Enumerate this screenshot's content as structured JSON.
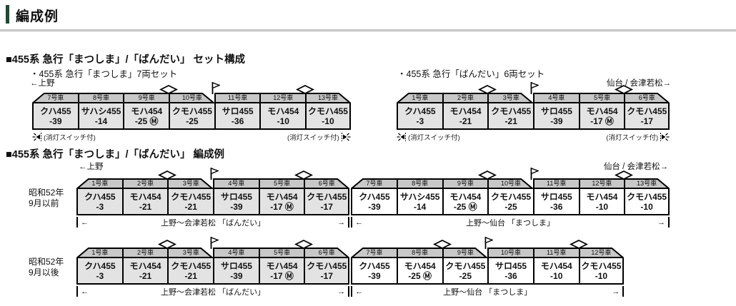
{
  "title": "編成例",
  "colors": {
    "accent_green": "#1b4d2e",
    "band_gray": "#c8c8c8",
    "shaded_car_gray": "#e3e3e3",
    "car_white": "#ffffff",
    "rule_gray": "#c8c8c8"
  },
  "symbols": {
    "motor_mark": "Ⓜ",
    "arrow_left": "←",
    "arrow_right": "→",
    "pantograph": "diamond",
    "flag": "pennant-flag",
    "light_switch": "headlight-icon"
  },
  "set_section": {
    "heading": "■455系 急行「まつしま」/「ばんだい」 セット構成",
    "sets": [
      {
        "subtitle": "・455系 急行「まつしま」7両セット",
        "direction_left": "←上野",
        "light_note_left": "(消灯スイッチ付)",
        "light_note_right": "(消灯スイッチ付)",
        "shaded": true,
        "cars": [
          {
            "no": "7号車",
            "name": "クハ455",
            "num": "-39",
            "cab": "left"
          },
          {
            "no": "8号車",
            "name": "サハシ455",
            "num": "-14"
          },
          {
            "no": "9号車",
            "name": "モハ454",
            "num": "-25",
            "motor": true,
            "pantograph": true
          },
          {
            "no": "10号車",
            "name": "クモハ455",
            "num": "-25",
            "cab": "right",
            "flag": true
          },
          {
            "no": "11号車",
            "name": "サロ455",
            "num": "-36"
          },
          {
            "no": "12号車",
            "name": "モハ454",
            "num": "-10",
            "pantograph": true
          },
          {
            "no": "13号車",
            "name": "クモハ455",
            "num": "-10",
            "cab": "right"
          }
        ]
      },
      {
        "subtitle": "・455系 急行「ばんだい」6両セット",
        "direction_right": "仙台 / 会津若松→",
        "light_note_left": "(消灯スイッチ付)",
        "light_note_right": "(消灯スイッチ付)",
        "shaded": true,
        "cars": [
          {
            "no": "1号車",
            "name": "クハ455",
            "num": "-3",
            "cab": "left"
          },
          {
            "no": "2号車",
            "name": "モハ454",
            "num": "-21",
            "pantograph": true
          },
          {
            "no": "3号車",
            "name": "クモハ455",
            "num": "-21",
            "cab": "right",
            "flag": true
          },
          {
            "no": "4号車",
            "name": "サロ455",
            "num": "-39"
          },
          {
            "no": "5号車",
            "name": "モハ454",
            "num": "-17",
            "motor": true,
            "pantograph": true
          },
          {
            "no": "6号車",
            "name": "クモハ455",
            "num": "-17",
            "cab": "right"
          }
        ]
      }
    ]
  },
  "formation_section": {
    "heading": "■455系 急行「まつしま」/「ばんだい」 編成例",
    "direction_left": "←上野",
    "direction_right": "仙台 / 会津若松→",
    "rows": [
      {
        "era_line1": "昭和52年",
        "era_line2": "9月以前",
        "groups": [
          {
            "route": "上野〜会津若松 「ばんだい」",
            "shaded": true,
            "cars": [
              {
                "no": "1号車",
                "name": "クハ455",
                "num": "-3",
                "cab": "left"
              },
              {
                "no": "2号車",
                "name": "モハ454",
                "num": "-21",
                "pantograph": true
              },
              {
                "no": "3号車",
                "name": "クモハ455",
                "num": "-21",
                "cab": "right",
                "flag": true
              },
              {
                "no": "4号車",
                "name": "サロ455",
                "num": "-39"
              },
              {
                "no": "5号車",
                "name": "モハ454",
                "num": "-17",
                "motor": true,
                "pantograph": true
              },
              {
                "no": "6号車",
                "name": "クモハ455",
                "num": "-17",
                "cab": "right"
              }
            ]
          },
          {
            "route": "上野〜仙台 「まつしま」",
            "shaded": false,
            "cars": [
              {
                "no": "7号車",
                "name": "クハ455",
                "num": "-39",
                "cab": "left"
              },
              {
                "no": "8号車",
                "name": "サハシ455",
                "num": "-14"
              },
              {
                "no": "9号車",
                "name": "モハ454",
                "num": "-25",
                "motor": true,
                "pantograph": true
              },
              {
                "no": "10号車",
                "name": "クモハ455",
                "num": "-25",
                "cab": "right",
                "flag": true
              },
              {
                "no": "11号車",
                "name": "サロ455",
                "num": "-36"
              },
              {
                "no": "12号車",
                "name": "モハ454",
                "num": "-10",
                "pantograph": true
              },
              {
                "no": "13号車",
                "name": "クモハ455",
                "num": "-10",
                "cab": "right"
              }
            ]
          }
        ]
      },
      {
        "era_line1": "昭和52年",
        "era_line2": "9月以後",
        "groups": [
          {
            "route": "上野〜会津若松 「ばんだい」",
            "shaded": true,
            "cars": [
              {
                "no": "1号車",
                "name": "クハ455",
                "num": "-3",
                "cab": "left"
              },
              {
                "no": "2号車",
                "name": "モハ454",
                "num": "-21",
                "pantograph": true
              },
              {
                "no": "3号車",
                "name": "クモハ455",
                "num": "-21",
                "cab": "right",
                "flag": true
              },
              {
                "no": "4号車",
                "name": "サロ455",
                "num": "-39"
              },
              {
                "no": "5号車",
                "name": "モハ454",
                "num": "-17",
                "motor": true,
                "pantograph": true
              },
              {
                "no": "6号車",
                "name": "クモハ455",
                "num": "-17",
                "cab": "right"
              }
            ]
          },
          {
            "route": "上野〜仙台 「まつしま」",
            "shaded": false,
            "cars": [
              {
                "no": "7号車",
                "name": "クハ455",
                "num": "-39",
                "cab": "left"
              },
              {
                "no": "8号車",
                "name": "モハ454",
                "num": "-25",
                "motor": true,
                "pantograph": true
              },
              {
                "no": "9号車",
                "name": "クモハ455",
                "num": "-25",
                "cab": "right",
                "flag": true
              },
              {
                "no": "10号車",
                "name": "サロ455",
                "num": "-36"
              },
              {
                "no": "11号車",
                "name": "モハ454",
                "num": "-10",
                "pantograph": true
              },
              {
                "no": "12号車",
                "name": "クモハ455",
                "num": "-10",
                "cab": "right"
              }
            ]
          }
        ]
      }
    ]
  }
}
